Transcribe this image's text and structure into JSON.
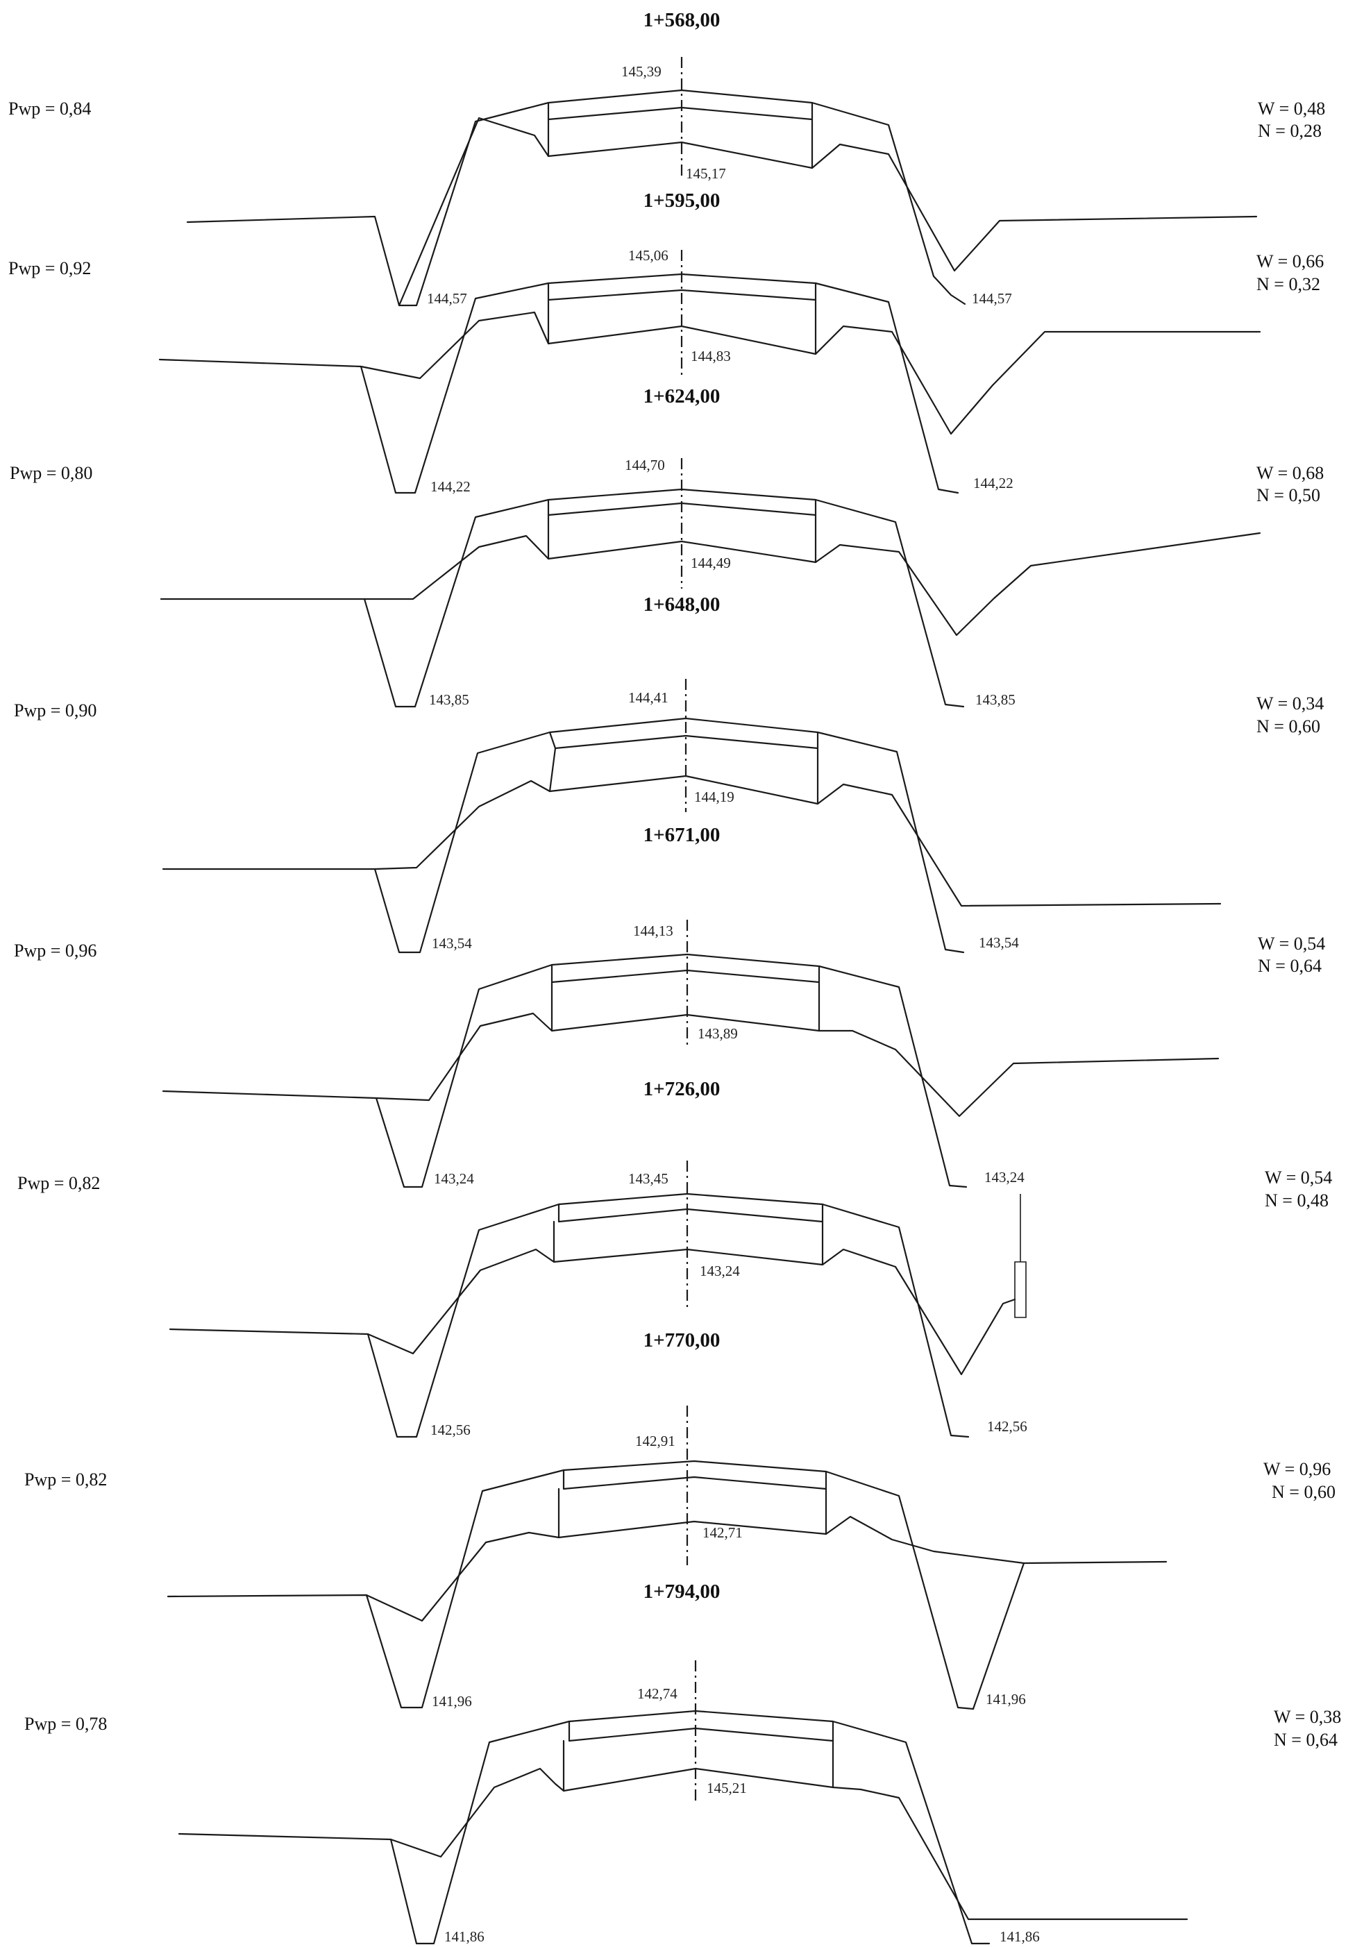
{
  "sections": [
    {
      "chainage": "1+568,00",
      "pwp": "Pwp = 0,84",
      "w": "W = 0,48",
      "n": "N = 0,28",
      "axis_top": "145,39",
      "axis_bottom": "145,17",
      "ditch_left": "144,57",
      "ditch_right": "144,57"
    },
    {
      "chainage": "1+595,00",
      "pwp": "Pwp = 0,92",
      "w": "W = 0,66",
      "n": "N = 0,32",
      "axis_top": "145,06",
      "axis_bottom": "144,83",
      "ditch_left": "144,22",
      "ditch_right": "144,22"
    },
    {
      "chainage": "1+624,00",
      "pwp": "Pwp = 0,80",
      "w": "W = 0,68",
      "n": "N = 0,50",
      "axis_top": "144,70",
      "axis_bottom": "144,49",
      "ditch_left": "143,85",
      "ditch_right": "143,85"
    },
    {
      "chainage": "1+648,00",
      "pwp": "Pwp = 0,90",
      "w": "W = 0,34",
      "n": "N = 0,60",
      "axis_top": "144,41",
      "axis_bottom": "144,19",
      "ditch_left": "143,54",
      "ditch_right": "143,54"
    },
    {
      "chainage": "1+671,00",
      "pwp": "Pwp = 0,96",
      "w": "W = 0,54",
      "n": "N = 0,64",
      "axis_top": "144,13",
      "axis_bottom": "143,89",
      "ditch_left": "143,24",
      "ditch_right": "143,24"
    },
    {
      "chainage": "1+726,00",
      "pwp": "Pwp = 0,82",
      "w": "W = 0,54",
      "n": "N = 0,48",
      "axis_top": "143,45",
      "axis_bottom": "143,24",
      "ditch_left": "142,56",
      "ditch_right": "142,56"
    },
    {
      "chainage": "1+770,00",
      "pwp": "Pwp = 0,82",
      "w": "W = 0,96",
      "n": "N = 0,60",
      "axis_top": "142,91",
      "axis_bottom": "142,71",
      "ditch_left": "141,96",
      "ditch_right": "141,96"
    },
    {
      "chainage": "1+794,00",
      "pwp": "Pwp = 0,78",
      "w": "W = 0,38",
      "n": "N = 0,64",
      "axis_top": "142,74",
      "axis_bottom": "145,21",
      "ditch_left": "141,86",
      "ditch_right": "141,86"
    }
  ]
}
